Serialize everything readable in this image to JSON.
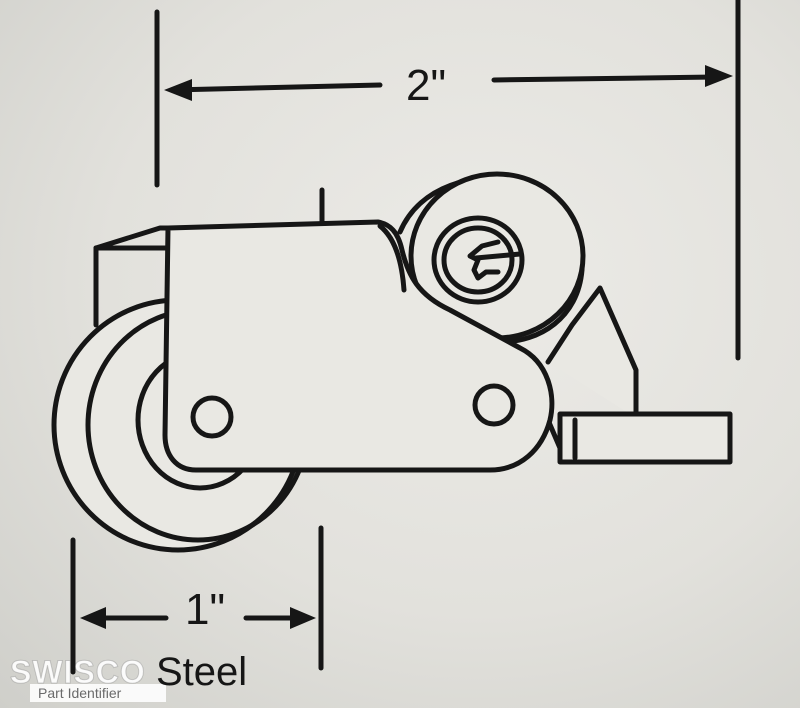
{
  "dimensions": {
    "overall_width": "2\"",
    "wheel_width": "1\""
  },
  "material": "Steel",
  "watermark": {
    "brand": "SWISCO",
    "tagline": "Part Identifier"
  },
  "colors": {
    "line": "#161616",
    "background": "#e8e7e2"
  }
}
